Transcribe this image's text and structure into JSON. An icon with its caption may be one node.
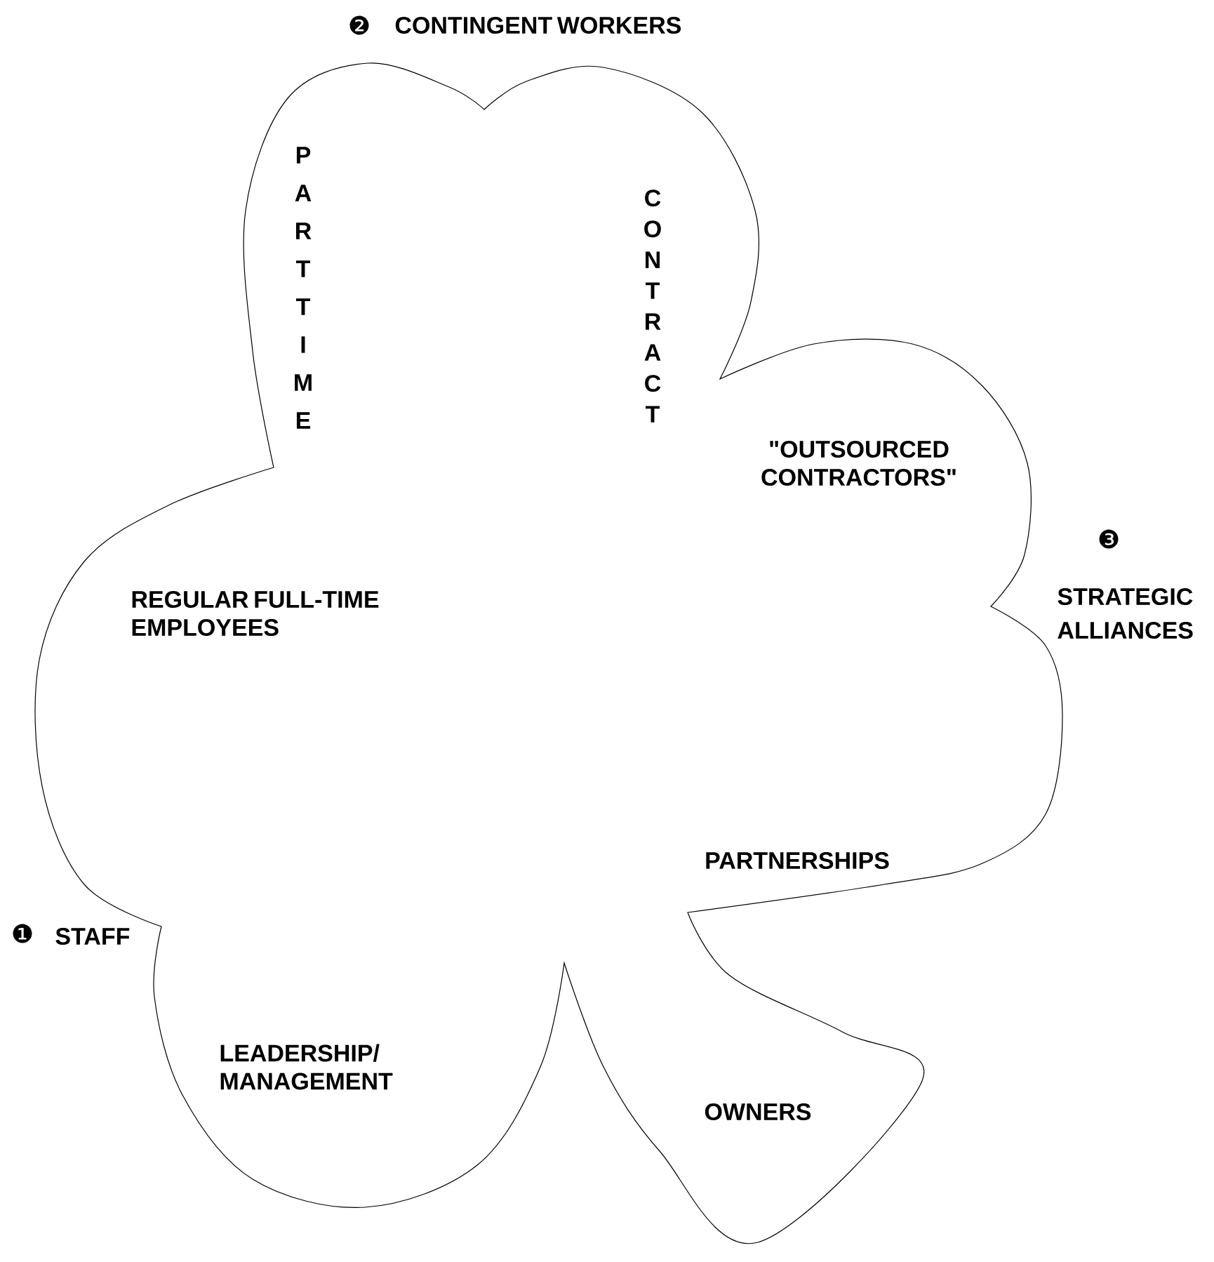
{
  "diagram": {
    "nodes": [
      {
        "text": [
          "PARTTIME",
          "CONTRACT",
          "\"OUTSOURCED CONTRACTORS\"",
          "REGULAR FULL-TIME EMPLOYEES",
          "PARTNERSHIPS",
          "LEADERSHIP/ MANAGEMENT",
          "OWNERS"
        ]
      }
    ],
    "labels": [
      "❷",
      "CONTINGENT WORKERS",
      "❸",
      "STRATEGIC ALLIANCES",
      "❶",
      "STAFF"
    ]
  }
}
